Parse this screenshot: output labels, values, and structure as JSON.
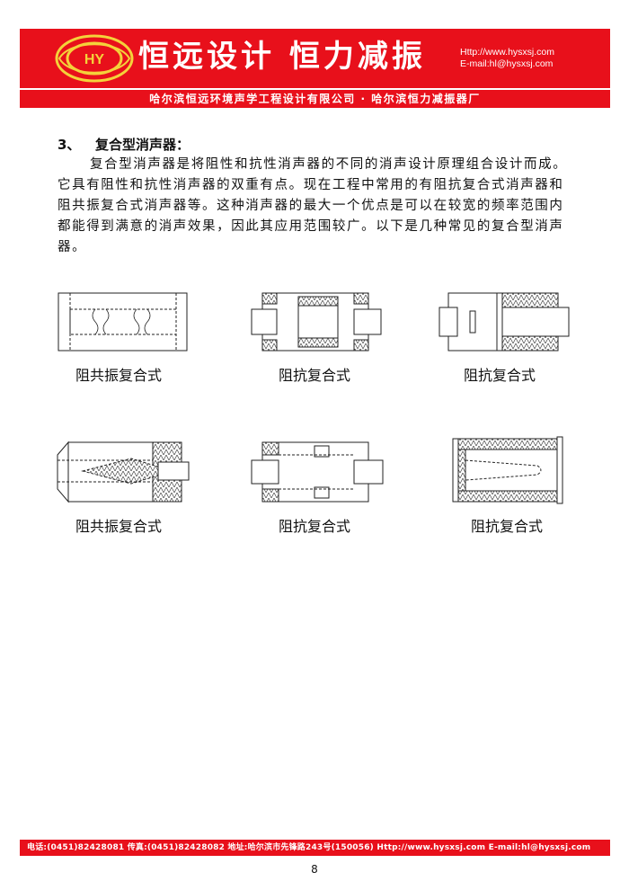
{
  "header": {
    "brand_title": "恒远设计  恒力减振",
    "website": "Http://www.hysxsj.com",
    "email": "E-mail:hl@hysxsj.com",
    "subtitle": "哈尔滨恒远环境声学工程设计有限公司 · 哈尔滨恒力减振器厂",
    "logo_text": "HY"
  },
  "section": {
    "number": "3、",
    "title": "复合型消声器：",
    "paragraph": "复合型消声器是将阻性和抗性消声器的不同的消声设计原理组合设计而成。它具有阻性和抗性消声器的双重有点。现在工程中常用的有阻抗复合式消声器和阻共振复合式消声器等。这种消声器的最大一个优点是可以在较宽的频率范围内都能得到满意的消声效果，因此其应用范围较广。以下是几种常见的复合型消声器。"
  },
  "diagrams": [
    {
      "caption": "阻共振复合式"
    },
    {
      "caption": "阻抗复合式"
    },
    {
      "caption": "阻抗复合式"
    },
    {
      "caption": "阻共振复合式"
    },
    {
      "caption": "阻抗复合式"
    },
    {
      "caption": "阻抗复合式"
    }
  ],
  "footer": {
    "text": "电话:(0451)82428081  传真:(0451)82428082  地址:哈尔滨市先锋路243号(150056)  Http://www.hysxsj.com  E-mail:hl@hysxsj.com"
  },
  "page_number": "8"
}
